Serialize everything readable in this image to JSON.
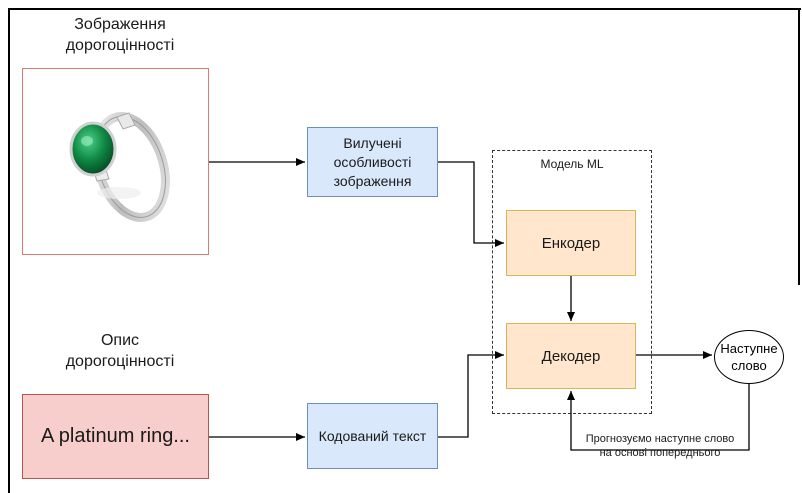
{
  "input_labels": {
    "image_title": "Зображення\nдорогоцінності",
    "text_title": "Опис\nдорогоцінності"
  },
  "image_box": {
    "icon": "emerald-ring-image"
  },
  "text_input": "A platinum ring...",
  "features_box": "Вилучені\nособливості\nзображення",
  "encoded_text_box": "Кодований текст",
  "model": {
    "title": "Модель ML",
    "encoder": "Енкодер",
    "decoder": "Декодер"
  },
  "next_word": "Наступне\nслово",
  "feedback_caption": "Прогнозуємо наступне слово\nна основі попереднього",
  "colors": {
    "feature_fill": "#dae8fc",
    "feature_stroke": "#6c8ebf",
    "model_fill": "#ffe6cc",
    "model_stroke": "#d6b656",
    "text_fill": "#f8cecc",
    "text_stroke": "#b85450"
  }
}
